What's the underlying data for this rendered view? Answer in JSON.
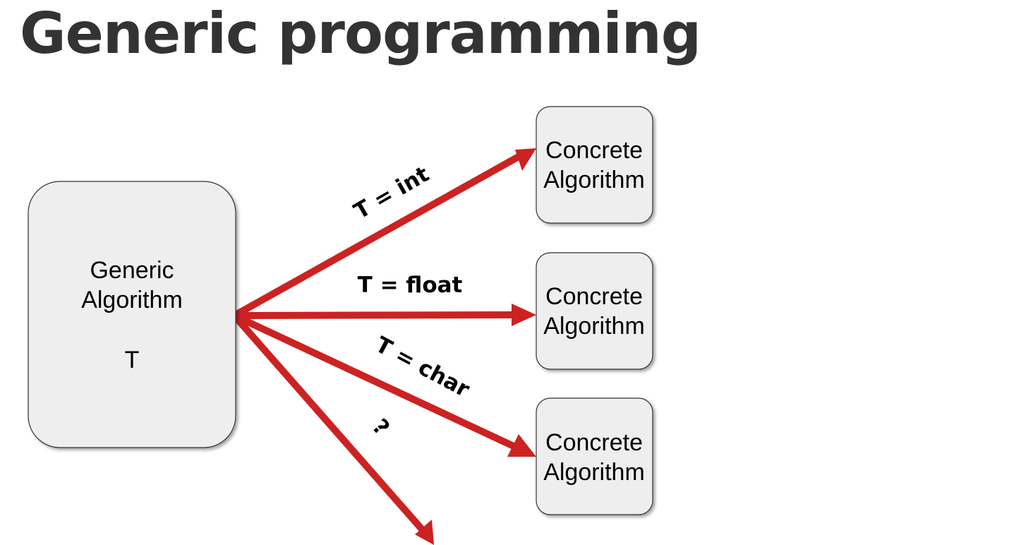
{
  "title": "Generic programming",
  "colors": {
    "title": "#333333",
    "arrow": "#cc2222",
    "box_fill": "#eeeeee",
    "box_stroke": "#333333"
  },
  "generic_box": {
    "line1": "Generic",
    "line2": "Algorithm",
    "param": "T"
  },
  "concrete_boxes": [
    {
      "line1": "Concrete",
      "line2": "Algorithm"
    },
    {
      "line1": "Concrete",
      "line2": "Algorithm"
    },
    {
      "line1": "Concrete",
      "line2": "Algorithm"
    }
  ],
  "arrows": [
    {
      "label": "T = int"
    },
    {
      "label": "T = float"
    },
    {
      "label": "T = char"
    },
    {
      "label": "?"
    }
  ]
}
